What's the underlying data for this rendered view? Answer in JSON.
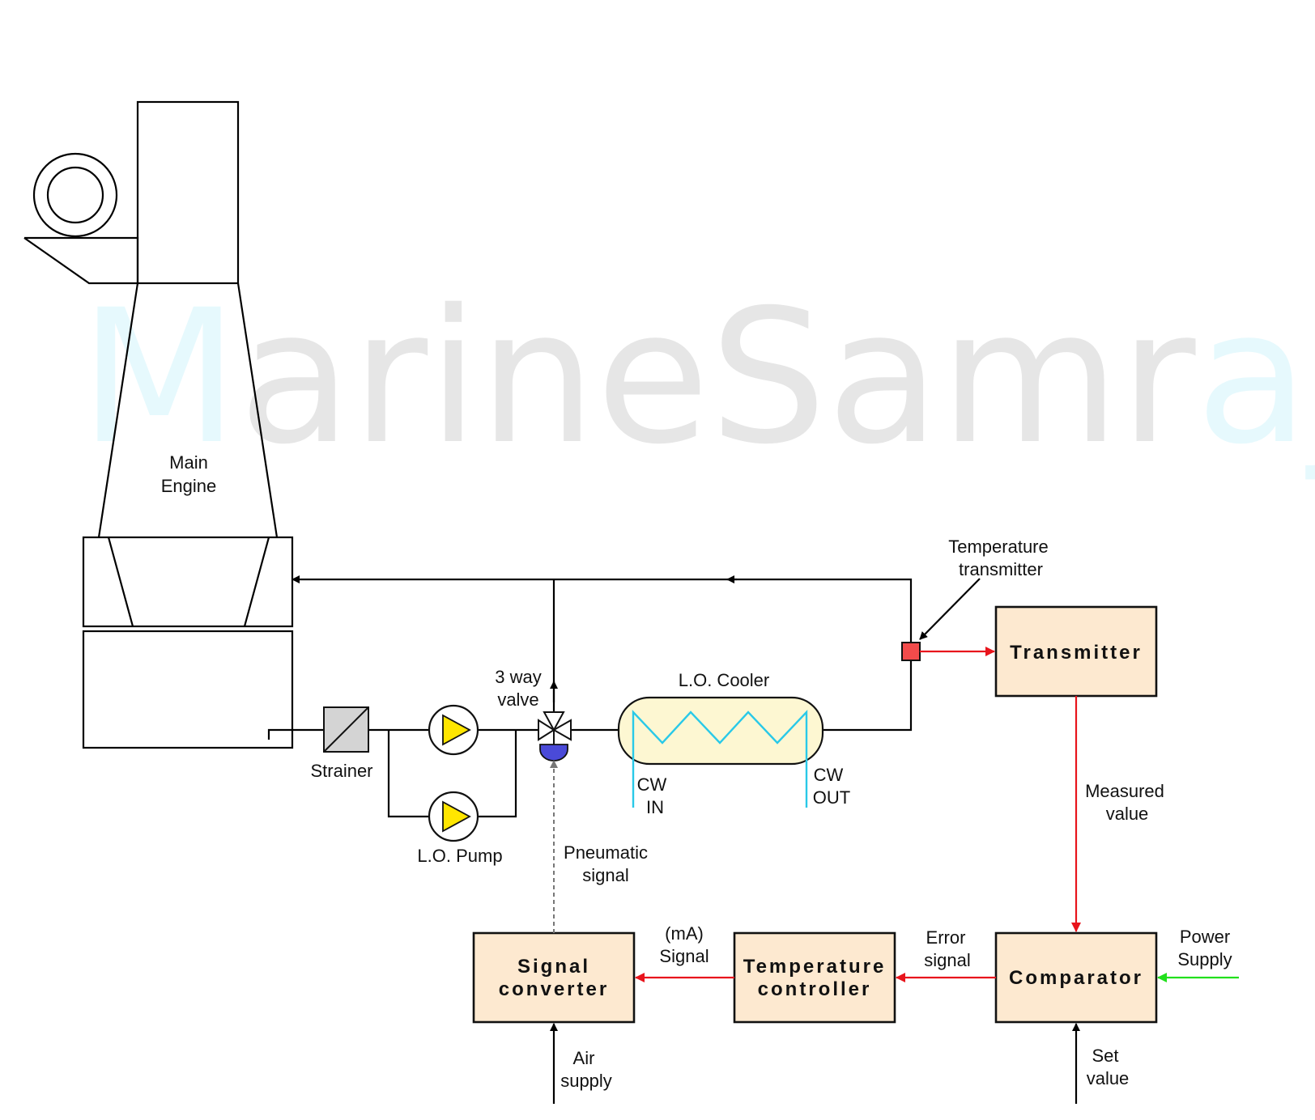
{
  "watermark": {
    "accent_part_1": "M",
    "main_part": "arineSam",
    "accent_part_2": "r",
    "accent_part_3": "aj",
    "accent_color": "#e6f9fd",
    "grey_color": "#e6e6e6"
  },
  "labels": {
    "main_engine_1": "Main",
    "main_engine_2": "Engine",
    "strainer": "Strainer",
    "lo_pump": "L.O. Pump",
    "three_way_valve_1": "3 way",
    "three_way_valve_2": "valve",
    "lo_cooler": "L.O. Cooler",
    "cw_in_1": "CW",
    "cw_in_2": "IN",
    "cw_out_1": "CW",
    "cw_out_2": "OUT",
    "temp_transmitter_1": "Temperature",
    "temp_transmitter_2": "transmitter",
    "measured_value_1": "Measured",
    "measured_value_2": "value",
    "pneumatic_signal_1": "Pneumatic",
    "pneumatic_signal_2": "signal",
    "ma_signal_1": "(mA)",
    "ma_signal_2": "Signal",
    "error_signal_1": "Error",
    "error_signal_2": "signal",
    "power_supply_1": "Power",
    "power_supply_2": "Supply",
    "air_supply_1": "Air",
    "air_supply_2": "supply",
    "set_value_1": "Set",
    "set_value_2": "value"
  },
  "blocks": {
    "transmitter": "Transmitter",
    "comparator": "Comparator",
    "temp_controller_1": "Temperature",
    "temp_controller_2": "controller",
    "signal_converter_1": "Signal",
    "signal_converter_2": "converter"
  },
  "colors": {
    "block_fill": "#fde9d0",
    "signal_red": "#e8141c",
    "power_green": "#21e01c",
    "cooling_water": "#29c9e8",
    "cooler_fill": "#fdf7d2",
    "pump_yellow": "#ffe600",
    "sensor_red": "#f24b4b",
    "actuator_blue": "#4a4ad8",
    "strainer_grey": "#d4d4d4"
  }
}
